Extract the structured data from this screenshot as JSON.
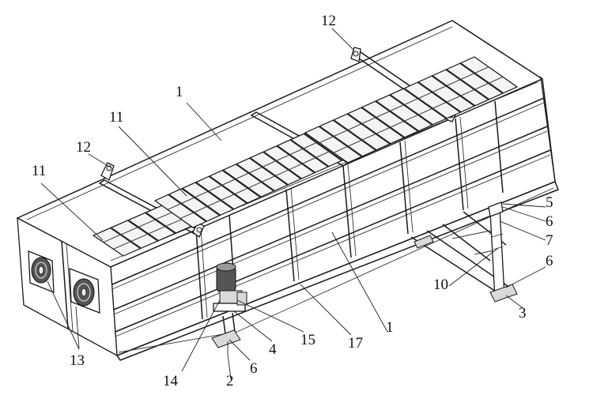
{
  "labels": {
    "l1a": "1",
    "l1b": "1",
    "l2": "2",
    "l3": "3",
    "l4": "4",
    "l5": "5",
    "l6a": "6",
    "l6b": "6",
    "l6c": "6",
    "l7": "7",
    "l10": "10",
    "l11a": "11",
    "l11b": "11",
    "l12a": "12",
    "l12b": "12",
    "l13": "13",
    "l14": "14",
    "l15": "15",
    "l17": "17"
  }
}
